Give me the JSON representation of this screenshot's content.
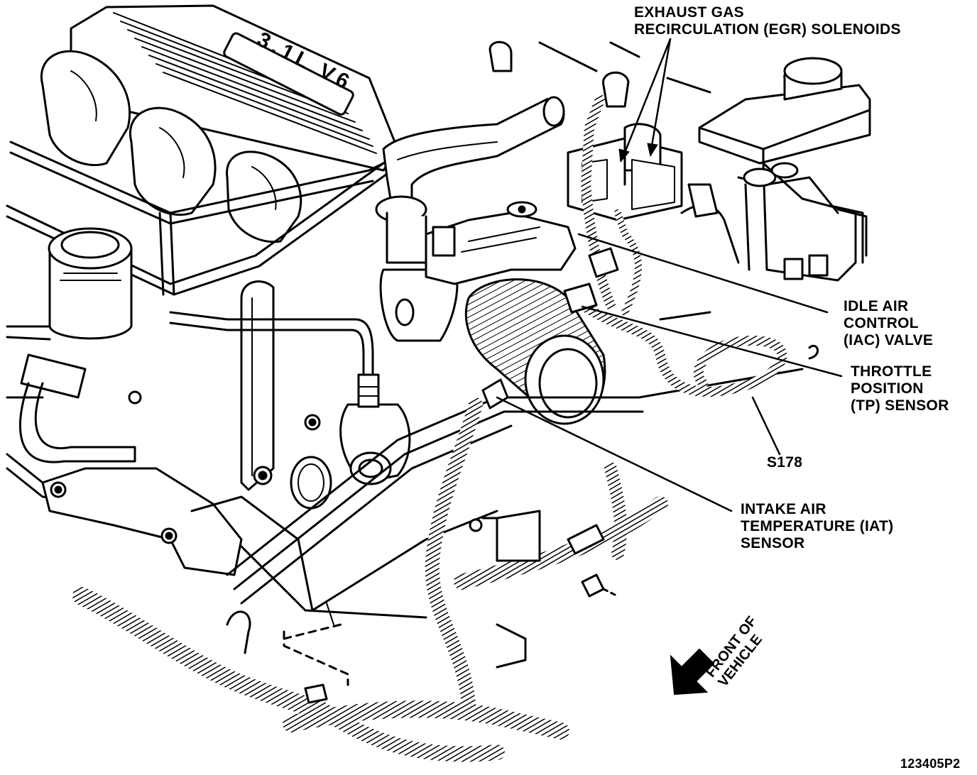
{
  "callouts": {
    "egr": {
      "line1": "EXHAUST GAS",
      "line2": "RECIRCULATION (EGR) SOLENOIDS"
    },
    "iac": {
      "line1": "IDLE AIR",
      "line2": "CONTROL",
      "line3": "(IAC) VALVE"
    },
    "tp": {
      "line1": "THROTTLE",
      "line2": "POSITION",
      "line3": "(TP) SENSOR"
    },
    "splice": "S178",
    "iat": {
      "line1": "INTAKE AIR",
      "line2": "TEMPERATURE (IAT)",
      "line3": "SENSOR"
    }
  },
  "orientation": {
    "line1": "FRONT OF",
    "line2": "VEHICLE"
  },
  "figure_id": "123405P2",
  "engine_badge": "3.1L V6"
}
